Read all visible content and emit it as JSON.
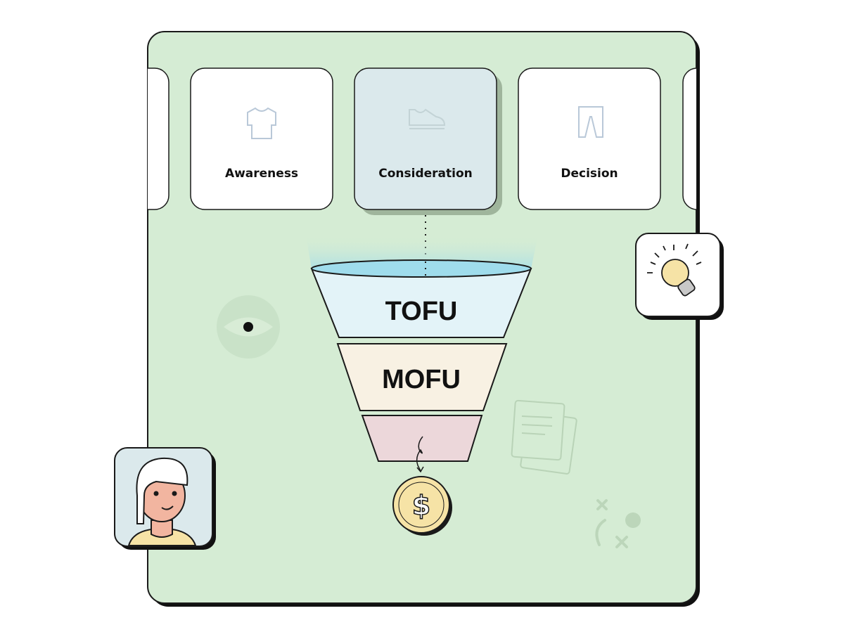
{
  "stages": [
    {
      "label": "Awareness",
      "icon": "tshirt-icon",
      "selected": false
    },
    {
      "label": "Consideration",
      "icon": "sneaker-icon",
      "selected": true
    },
    {
      "label": "Decision",
      "icon": "pants-icon",
      "selected": false
    }
  ],
  "funnel": {
    "top": "TOFU",
    "middle": "MOFU"
  },
  "colors": {
    "panel": "#d5ecd4",
    "selected_card": "#dbe9ec",
    "tofu": "#e3f3f8",
    "mofu": "#f8f1e3",
    "bofu": "#ecd7da",
    "coin": "#f6e3a6",
    "outline": "#1a1a1a"
  }
}
